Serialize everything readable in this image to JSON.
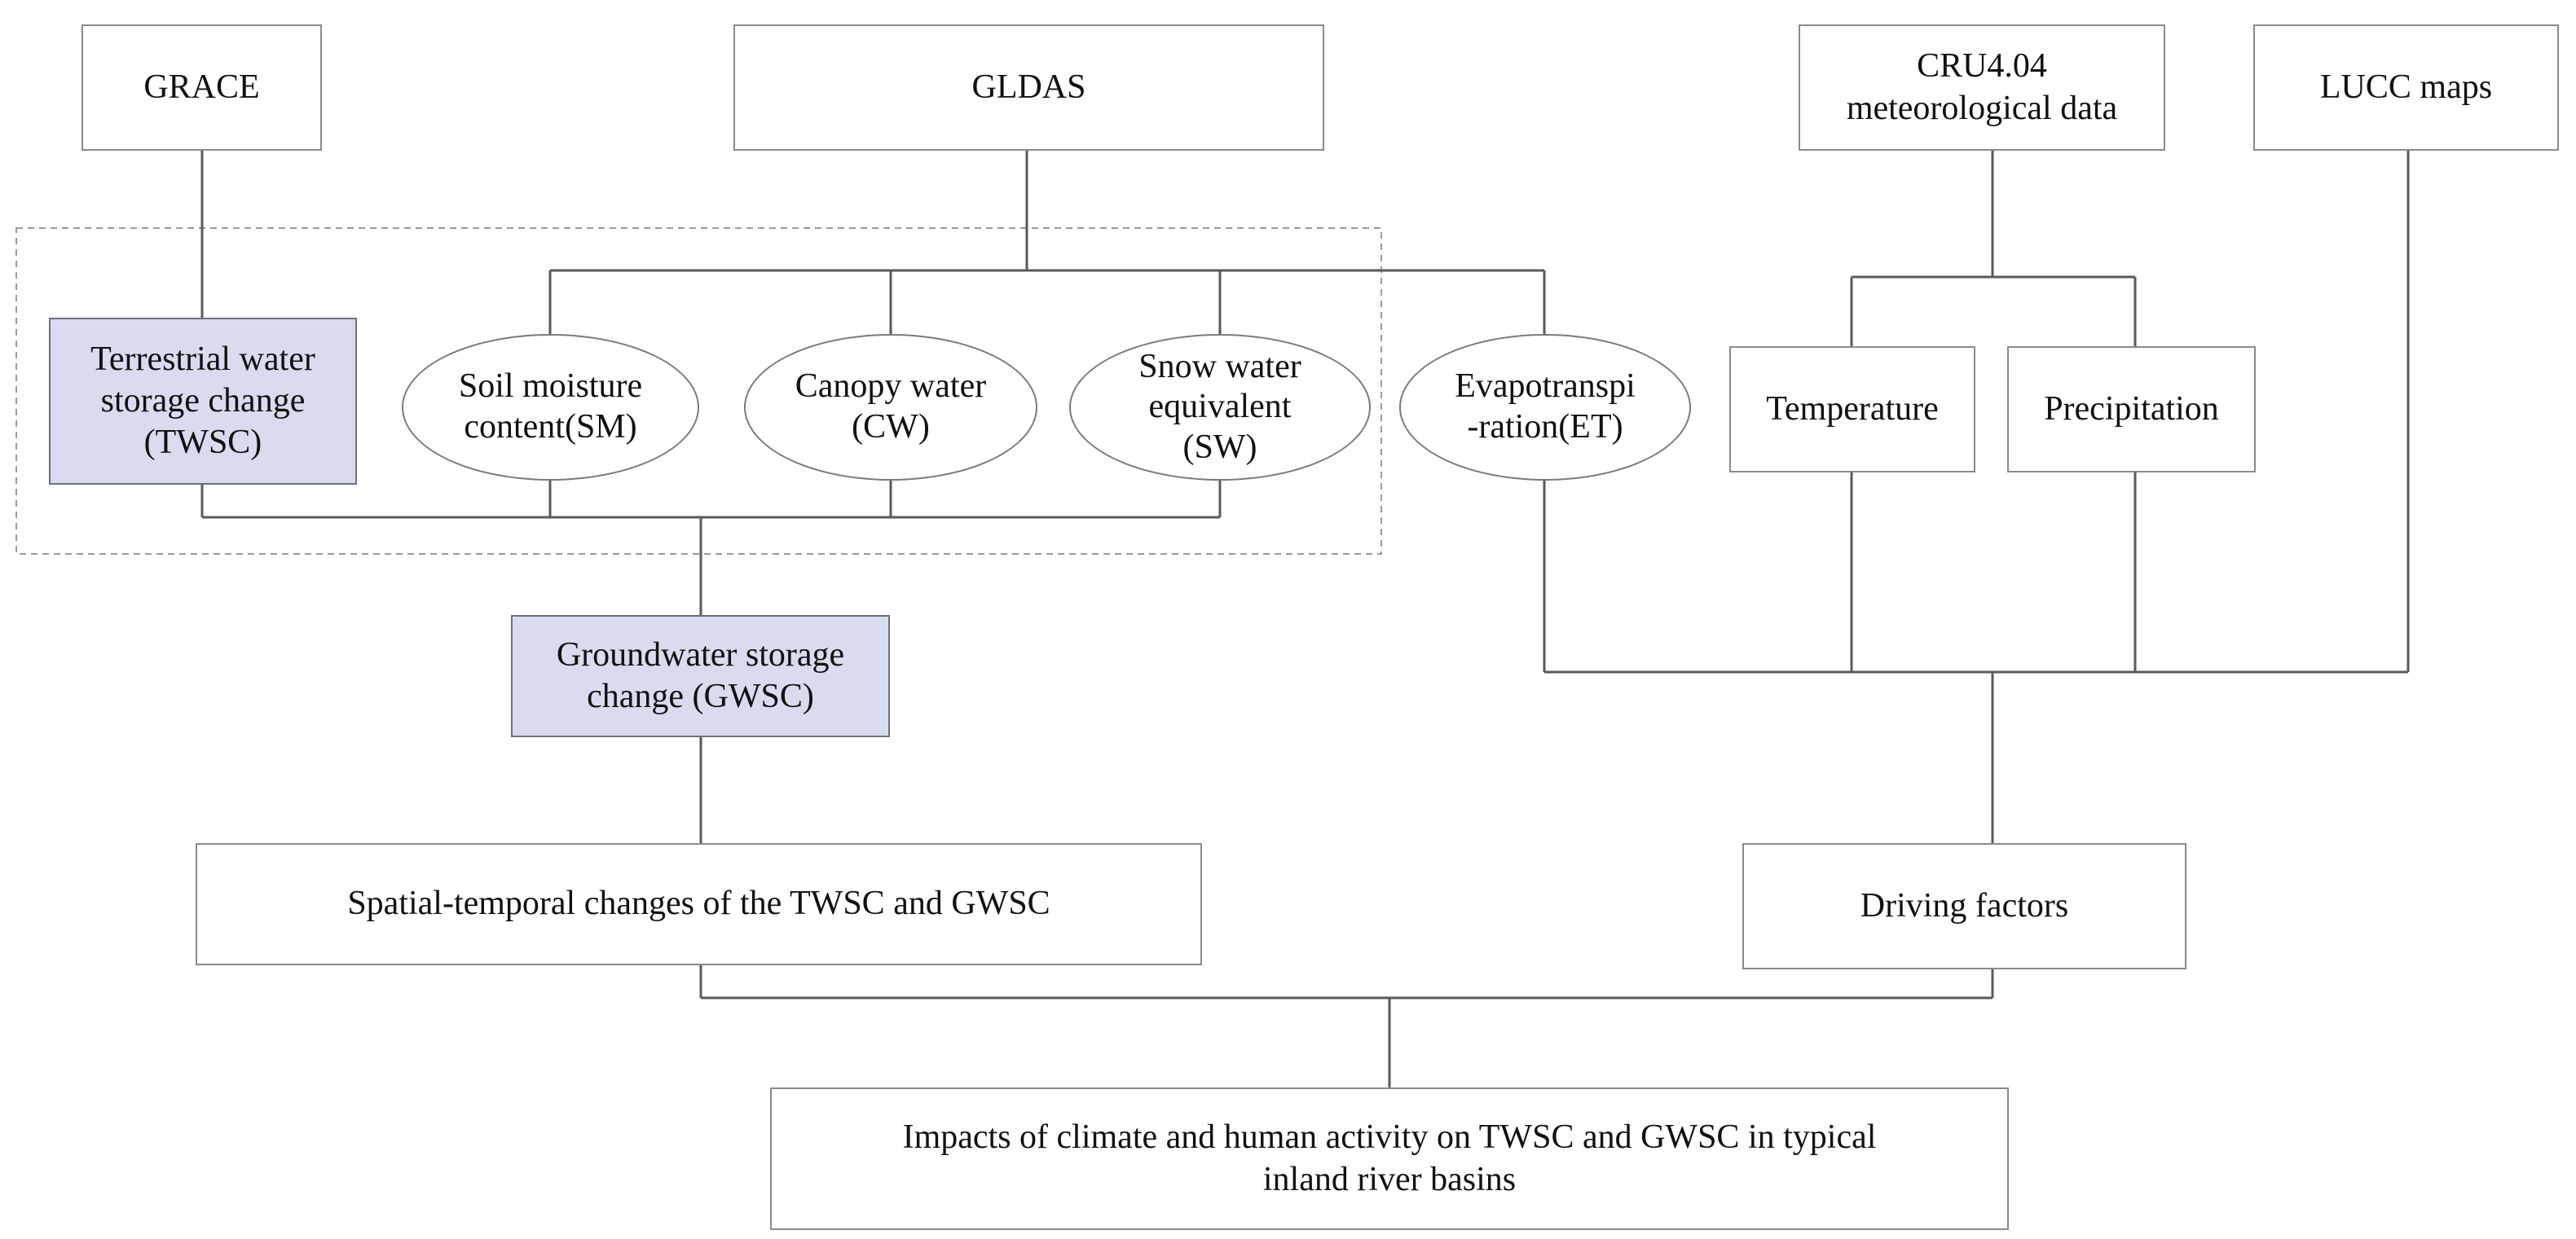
{
  "sources": {
    "grace": "GRACE",
    "gldas": "GLDAS",
    "cru": "CRU4.04\nmeteorological data",
    "lucc": "LUCC  maps"
  },
  "components": {
    "twsc": "Terrestrial water\nstorage change\n(TWSC)",
    "soil_moisture": "Soil moisture\ncontent(SM)",
    "canopy_water": "Canopy water\n(CW)",
    "snow_water": "Snow water\nequivalent\n(SW)",
    "evapotranspiration": "Evapotranspi\n-ration(ET)",
    "temperature": "Temperature",
    "precipitation": "Precipitation",
    "gwsc": "Groundwater storage\nchange (GWSC)"
  },
  "outputs": {
    "spatial_temporal": "Spatial-temporal changes of the TWSC and GWSC",
    "driving_factors": "Driving factors",
    "impacts": "Impacts of climate and human activity on TWSC and GWSC in typical\ninland river basins"
  },
  "colors": {
    "line": "#5a5a5a",
    "highlight_fill": "#d9dcef",
    "dashed_border": "#9a9a9a"
  }
}
